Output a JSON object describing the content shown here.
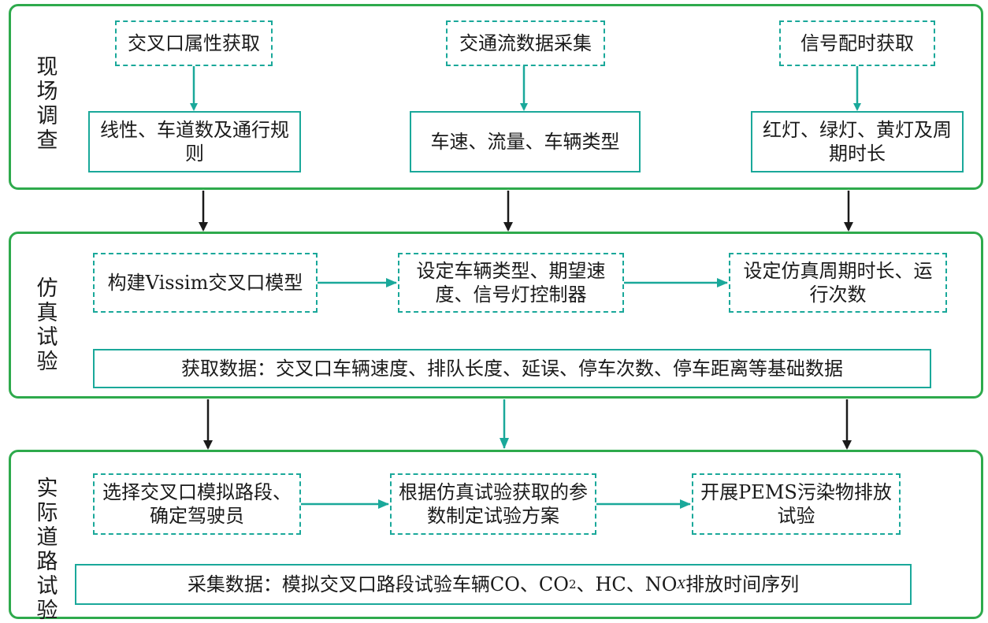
{
  "sections": {
    "field": {
      "label": "现场调查",
      "top": [
        "交叉口属性获取",
        "交通流数据采集",
        "信号配时获取"
      ],
      "bottom": [
        "线性、车道数及通行规则",
        "车速、流量、车辆类型",
        "红灯、绿灯、黄灯及周期时长"
      ]
    },
    "sim": {
      "label": "仿真试验",
      "steps": [
        "构建Vissim交叉口模型",
        "设定车辆类型、期望速度、信号灯控制器",
        "设定仿真周期时长、运行次数"
      ],
      "result": "获取数据：交叉口车辆速度、排队长度、延误、停车次数、停车距离等基础数据"
    },
    "road": {
      "label": "实际道路试验",
      "steps": [
        "选择交叉口模拟路段、确定驾驶员",
        "根据仿真试验获取的参数制定试验方案",
        "开展PEMS污染物排放试验"
      ],
      "result_prefix": "采集数据：模拟交叉口路段试验车辆CO、CO",
      "result_sub1": "2",
      "result_mid": "、HC、NO",
      "result_sub2": "X",
      "result_suffix": "排放时间序列"
    }
  },
  "colors": {
    "section_border": "#2eaa4c",
    "box_border": "#1aa89a",
    "arrow_teal": "#1aa89a",
    "arrow_black": "#1a1a1a"
  }
}
